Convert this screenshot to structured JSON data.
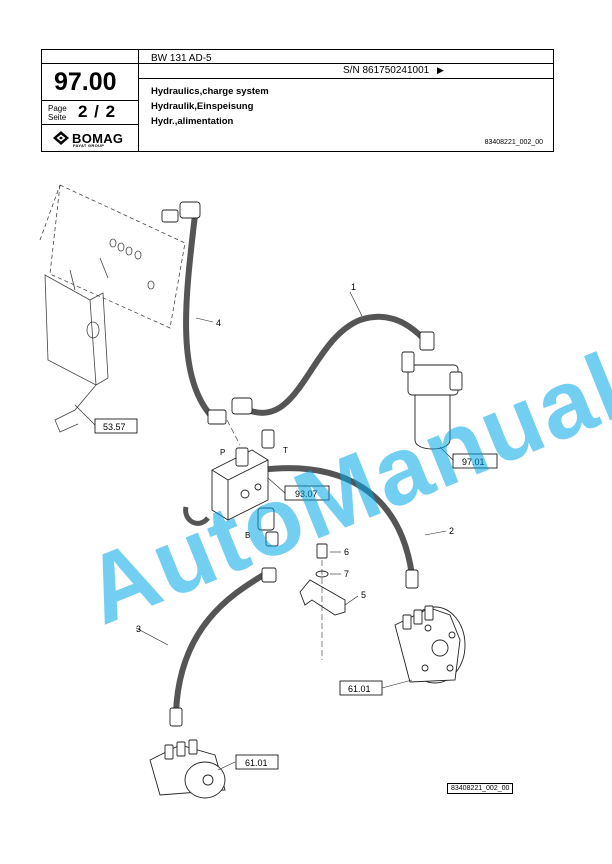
{
  "header": {
    "page_number": "97.00",
    "page_label": "Page",
    "seite_label": "Seite",
    "page_value": "2 / 2",
    "brand": "BOMAG",
    "brand_sub": "FAYAT GROUP",
    "model": "BW 131 AD-5",
    "serial": "S/N 861750241001",
    "serial_arrow": "▶",
    "title_en": "Hydraulics,charge system",
    "title_de": "Hydraulik,Einspeisung",
    "title_fr": "Hydr.,alimentation",
    "doc_ref": "83408221_002_00"
  },
  "drawing": {
    "callouts": [
      "1",
      "2",
      "3",
      "4",
      "5",
      "6",
      "7"
    ],
    "ref_boxes": [
      "53.57",
      "97.01",
      "93.07",
      "61.01",
      "61.01"
    ],
    "port_labels": [
      "P",
      "T",
      "B"
    ],
    "figure_id": "83408221_002_00"
  },
  "watermark": "AutoManual"
}
